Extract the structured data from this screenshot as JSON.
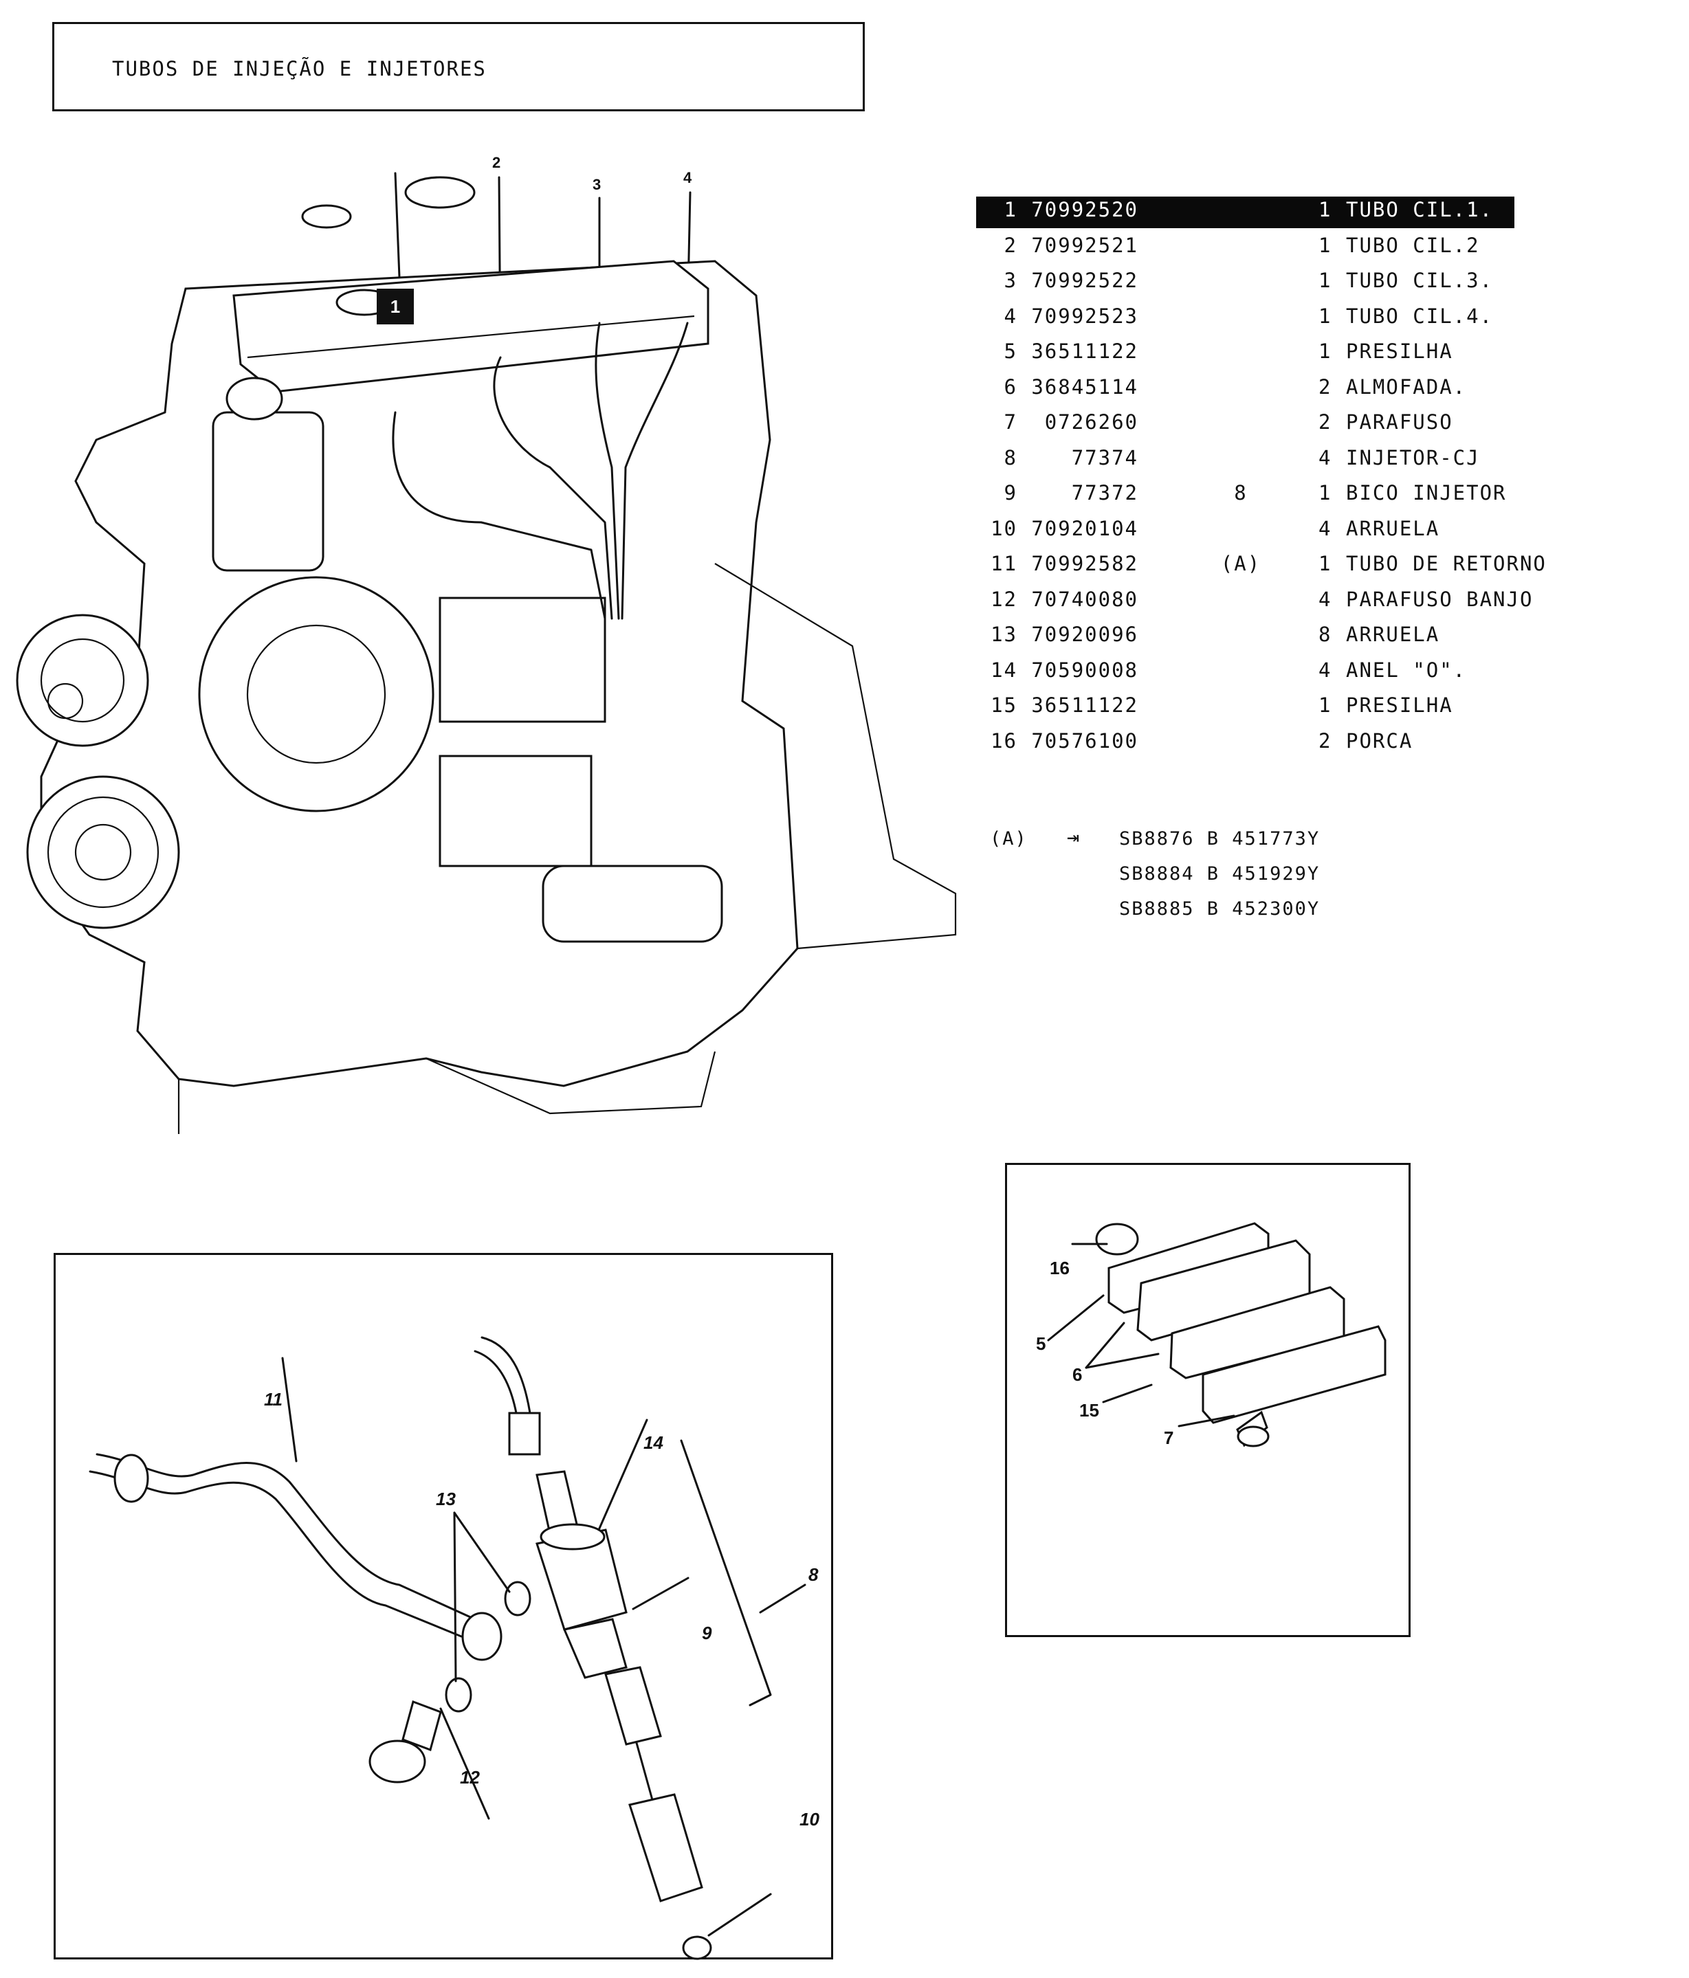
{
  "header": {
    "title": "TUBOS DE INJEÇÃO E INJETORES"
  },
  "parts_list": {
    "highlighted_item": "1",
    "rows": [
      {
        "item": "1",
        "part_number": "70992520",
        "ref": "",
        "qty": "1",
        "description": "TUBO CIL.1."
      },
      {
        "item": "2",
        "part_number": "70992521",
        "ref": "",
        "qty": "1",
        "description": "TUBO CIL.2"
      },
      {
        "item": "3",
        "part_number": "70992522",
        "ref": "",
        "qty": "1",
        "description": "TUBO CIL.3."
      },
      {
        "item": "4",
        "part_number": "70992523",
        "ref": "",
        "qty": "1",
        "description": "TUBO CIL.4."
      },
      {
        "item": "5",
        "part_number": "36511122",
        "ref": "",
        "qty": "1",
        "description": "PRESILHA"
      },
      {
        "item": "6",
        "part_number": "36845114",
        "ref": "",
        "qty": "2",
        "description": "ALMOFADA."
      },
      {
        "item": "7",
        "part_number": "0726260",
        "ref": "",
        "qty": "2",
        "description": "PARAFUSO"
      },
      {
        "item": "8",
        "part_number": "77374",
        "ref": "",
        "qty": "4",
        "description": "INJETOR-CJ"
      },
      {
        "item": "9",
        "part_number": "77372",
        "ref": "8",
        "qty": "1",
        "description": "BICO INJETOR"
      },
      {
        "item": "10",
        "part_number": "70920104",
        "ref": "",
        "qty": "4",
        "description": "ARRUELA"
      },
      {
        "item": "11",
        "part_number": "70992582",
        "ref": "(A)",
        "qty": "1",
        "description": "TUBO DE RETORNO"
      },
      {
        "item": "12",
        "part_number": "70740080",
        "ref": "",
        "qty": "4",
        "description": "PARAFUSO BANJO"
      },
      {
        "item": "13",
        "part_number": "70920096",
        "ref": "",
        "qty": "8",
        "description": "ARRUELA"
      },
      {
        "item": "14",
        "part_number": "70590008",
        "ref": "",
        "qty": "4",
        "description": "ANEL \"O\"."
      },
      {
        "item": "15",
        "part_number": "36511122",
        "ref": "",
        "qty": "1",
        "description": "PRESILHA"
      },
      {
        "item": "16",
        "part_number": "70576100",
        "ref": "",
        "qty": "2",
        "description": "PORCA"
      }
    ]
  },
  "notes": {
    "label": "(A)",
    "arrow_icon": "arrow-right-to-bar",
    "lines": [
      "SB8876 B 451773Y",
      "SB8884 B 451929Y",
      "SB8885 B 452300Y"
    ]
  },
  "engine_diagram": {
    "callouts": [
      "1",
      "2",
      "3",
      "4"
    ],
    "highlighted_callout": "1"
  },
  "injector_diagram": {
    "callouts": [
      "11",
      "13",
      "14",
      "8",
      "9",
      "12",
      "10"
    ]
  },
  "clamp_diagram": {
    "callouts": [
      "16",
      "5",
      "6",
      "15",
      "7"
    ]
  }
}
